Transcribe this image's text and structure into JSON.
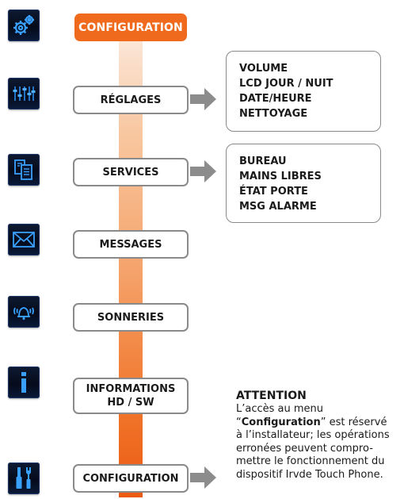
{
  "header": {
    "label": "CONFIGURATION"
  },
  "menu": [
    {
      "key": "reglages",
      "lines": [
        "RÉGLAGES"
      ],
      "icon": "mixer-sliders-icon"
    },
    {
      "key": "services",
      "lines": [
        "SERVICES"
      ],
      "icon": "documents-icon"
    },
    {
      "key": "messages",
      "lines": [
        "MESSAGES"
      ],
      "icon": "envelope-icon"
    },
    {
      "key": "sonneries",
      "lines": [
        "SONNERIES"
      ],
      "icon": "bell-ringing-icon"
    },
    {
      "key": "informations",
      "lines": [
        "INFORMATIONS",
        "HD / SW"
      ],
      "icon": "info-icon"
    },
    {
      "key": "configuration",
      "lines": [
        "CONFIGURATION"
      ],
      "icon": "tools-icon"
    }
  ],
  "top_icon": "gears-icon",
  "reglages_submenu": [
    "VOLUME",
    "LCD JOUR / NUIT",
    "DATE/HEURE",
    "NETTOYAGE"
  ],
  "services_submenu": [
    "BUREAU",
    "MAINS LIBRES",
    "ÉTAT PORTE",
    "MSG ALARME"
  ],
  "attention": {
    "title": "ATTENTION",
    "line1": "L’accès au menu",
    "line2_open": "“",
    "line2_bold": "Configuration",
    "line2_rest": "” est réservé",
    "line3": "à l’installateur; les opérations",
    "line4": "erronées peuvent compro-",
    "line5": "mettre le fonctionnement du",
    "line6": "dispositif Irvde Touch Phone."
  },
  "colors": {
    "accent": "#ef6a1c",
    "box_border": "#8a8a8a",
    "arrow": "#8c8c8c",
    "icon_blue": "#2a8cf0"
  }
}
